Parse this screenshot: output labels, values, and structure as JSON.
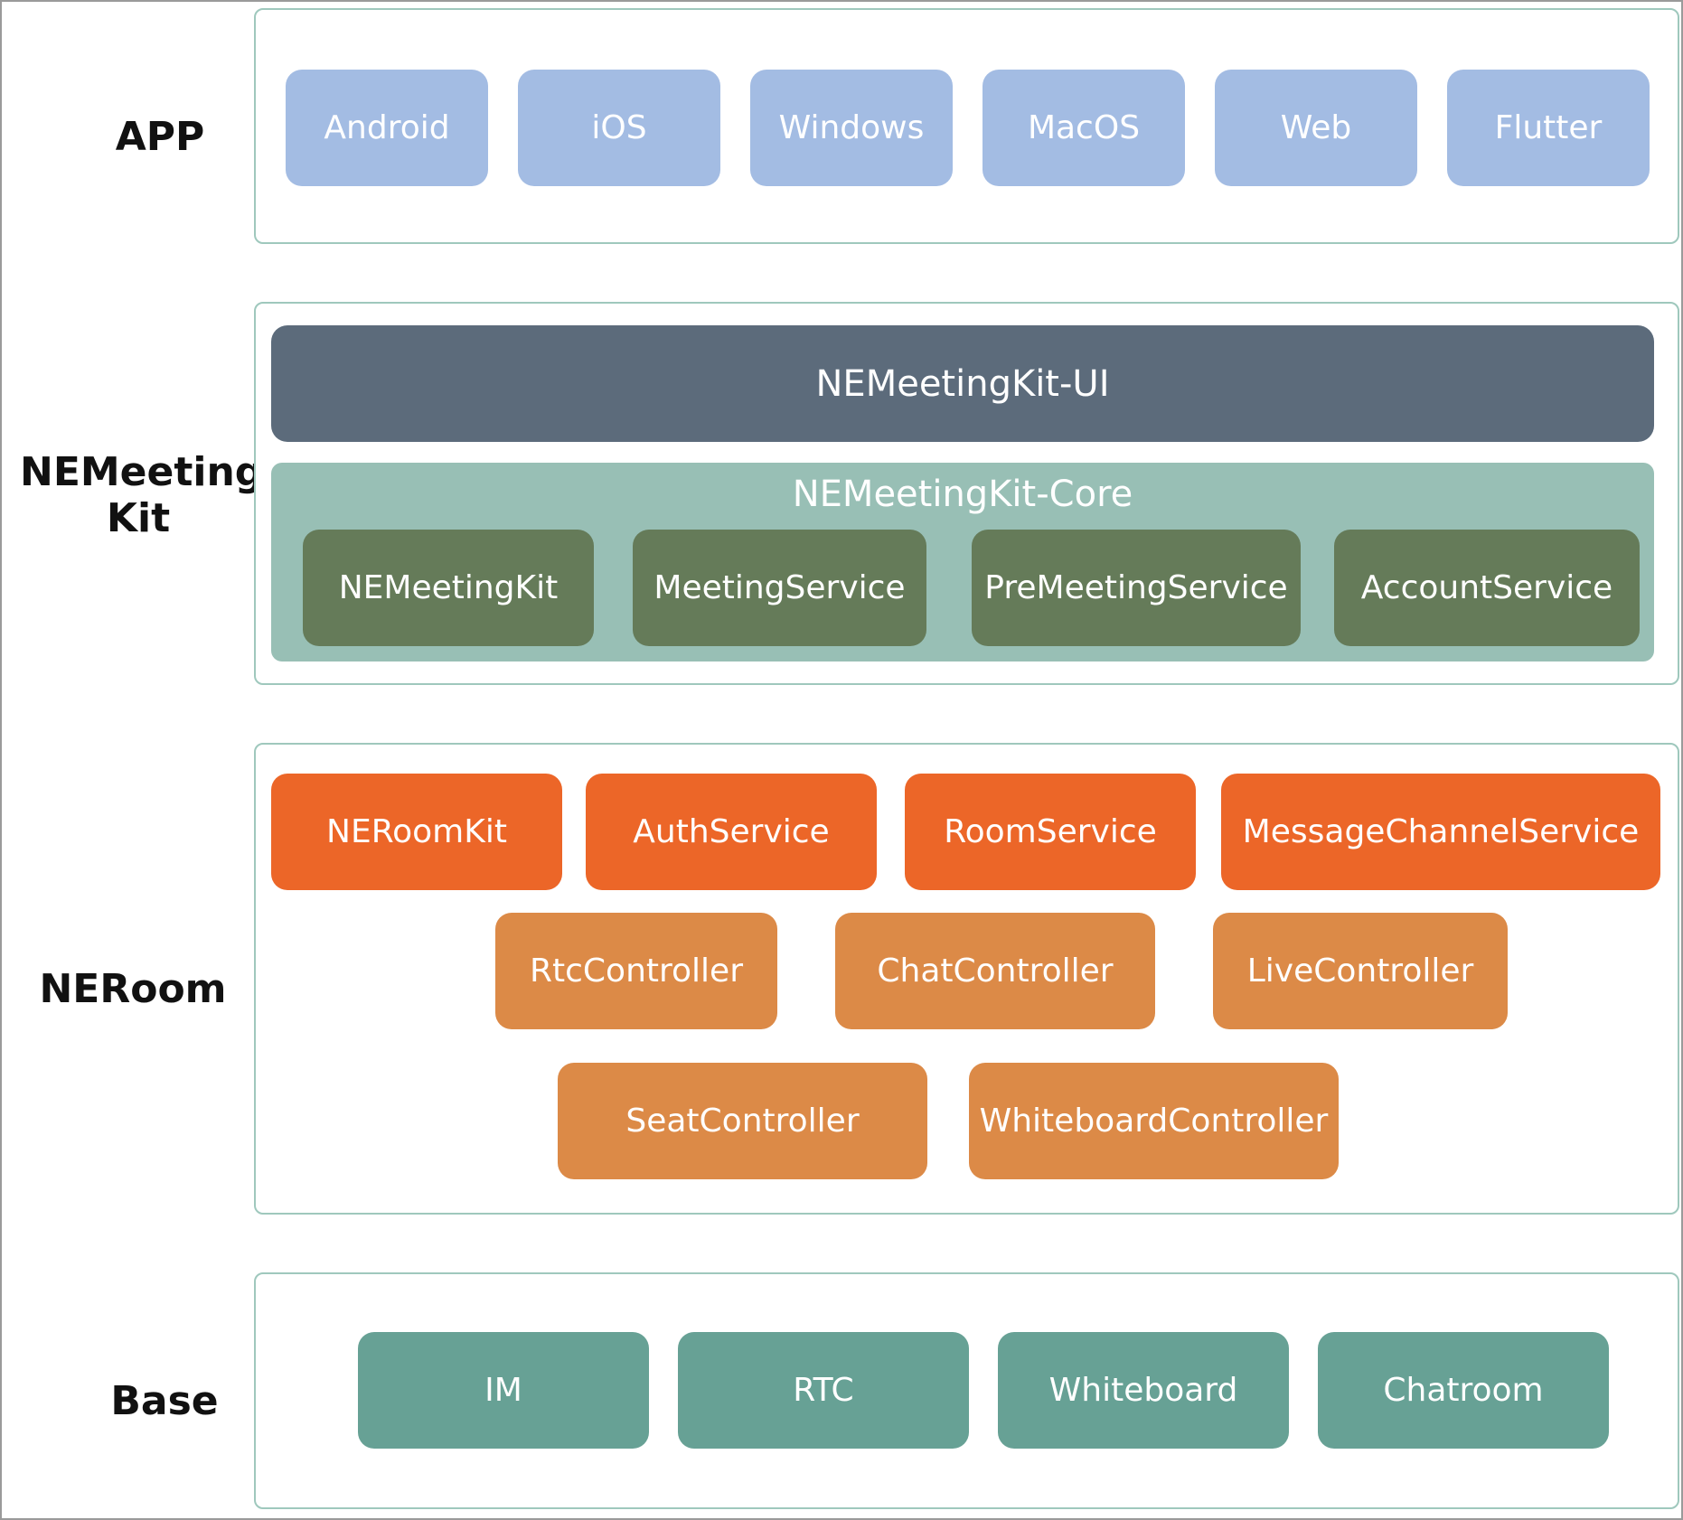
{
  "layers": {
    "app": {
      "label": "APP",
      "items": [
        "Android",
        "iOS",
        "Windows",
        "MacOS",
        "Web",
        "Flutter"
      ]
    },
    "meetingkit": {
      "label": "NEMeeting\nKit",
      "ui": "NEMeetingKit-UI",
      "core": {
        "title": "NEMeetingKit-Core",
        "items": [
          "NEMeetingKit",
          "MeetingService",
          "PreMeetingService",
          "AccountService"
        ]
      }
    },
    "neroom": {
      "label": "NERoom",
      "services": [
        "NERoomKit",
        "AuthService",
        "RoomService",
        "MessageChannelService"
      ],
      "controllers_row1": [
        "RtcController",
        "ChatController",
        "LiveController"
      ],
      "controllers_row2": [
        "SeatController",
        "WhiteboardController"
      ]
    },
    "base": {
      "label": "Base",
      "items": [
        "IM",
        "RTC",
        "Whiteboard",
        "Chatroom"
      ]
    }
  },
  "colors": {
    "app": "#a3bce3",
    "ui": "#5c6b7b",
    "core_panel": "#98bfb5",
    "core_item": "#657b59",
    "room_service": "#ec6628",
    "room_controller": "#dc8a47",
    "base": "#67a195",
    "panel_border": "#9fc8bd"
  }
}
